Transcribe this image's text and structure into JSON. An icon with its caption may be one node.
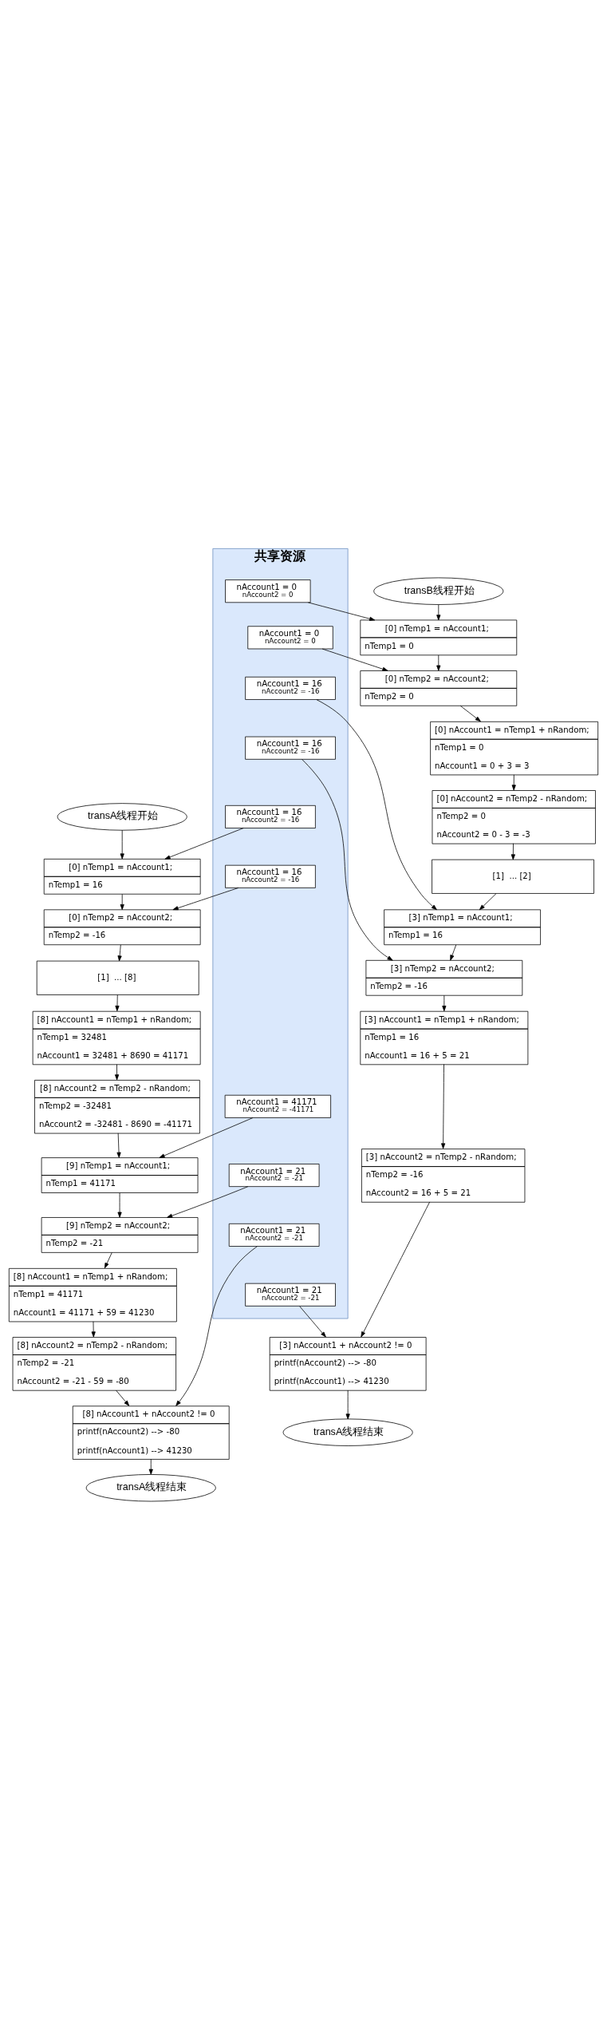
{
  "diagram": {
    "nodes": [
      {
        "text": [
          "共享资源"
        ]
      },
      {
        "text": [
          "nAccount1 = 0",
          "nAccount2 = 0"
        ],
        "in": 0
      },
      {
        "text": [
          "nAccount1 = 0",
          "nAccount2 = 0"
        ],
        "in": 0
      },
      {
        "text": [
          "nAccount1 = 16",
          "nAccount2 = -16"
        ],
        "in": 0
      },
      {
        "text": [
          "nAccount1 = 16",
          "nAccount2 = -16"
        ],
        "in": 0
      },
      {
        "text": [
          "nAccount1 = 16",
          "nAccount2 = -16"
        ],
        "in": 0
      },
      {
        "text": [
          "nAccount1 = 16",
          "nAccount2 = -16"
        ],
        "in": 0
      },
      {
        "text": [
          "nAccount1 = 41171",
          "nAccount2 = -41171"
        ],
        "in": 0
      },
      {
        "text": [
          "nAccount1 = 21",
          "nAccount2 = -21"
        ],
        "in": 0
      },
      {
        "text": [
          "nAccount1 = 21",
          "nAccount2 = -21"
        ],
        "in": 0
      },
      {
        "text": [
          "nAccount1 = 21",
          "nAccount2 = -21"
        ],
        "in": 0
      },
      {
        "text": [
          "transB线程开始"
        ]
      },
      {
        "text": [
          "[0] nTemp1 = nAccount1;",
          "nTemp1 = 0"
        ]
      },
      {
        "text": [
          "[0] nTemp2 = nAccount2;",
          "nTemp2 = 0"
        ]
      },
      {
        "text": [
          "[0] nAccount1 = nTemp1 + nRandom;",
          "nTemp1 = 0",
          "nAccount1 = 0 + 3 = 3"
        ]
      },
      {
        "text": [
          "[0] nAccount2 = nTemp2 - nRandom;",
          "nTemp2 = 0",
          "nAccount2 = 0 - 3 = -3"
        ]
      },
      {
        "text": [
          "[1]  ... [2]"
        ]
      },
      {
        "text": [
          "[3] nTemp1 = nAccount1;",
          "nTemp1 = 16"
        ]
      },
      {
        "text": [
          "[3] nTemp2 = nAccount2;",
          "nTemp2 = -16"
        ]
      },
      {
        "text": [
          "[3] nAccount1 = nTemp1 + nRandom;",
          "nTemp1 = 16",
          "nAccount1 = 16 + 5 = 21"
        ]
      },
      {
        "text": [
          "[3] nAccount2 = nTemp2 - nRandom;",
          "nTemp2 = -16",
          "nAccount2 = 16 + 5 = 21"
        ]
      },
      {
        "text": [
          "[3] nAccount1 + nAccount2 != 0",
          "printf(nAccount2) --> -80",
          "printf(nAccount1) --> 41230"
        ]
      },
      {
        "text": [
          "transA线程结束"
        ]
      },
      {
        "text": [
          "transA线程开始"
        ]
      },
      {
        "text": [
          "[0] nTemp1 = nAccount1;",
          "nTemp1 = 16"
        ]
      },
      {
        "text": [
          "[0] nTemp2 = nAccount2;",
          "nTemp2 = -16"
        ]
      },
      {
        "text": [
          "[1]  ... [8]"
        ]
      },
      {
        "text": [
          "[8] nAccount1 = nTemp1 + nRandom;",
          "nTemp1 = 32481",
          "nAccount1 = 32481 + 8690 = 41171"
        ]
      },
      {
        "text": [
          "[8] nAccount2 = nTemp2 - nRandom;",
          "nTemp2 = -32481",
          "nAccount2 = -32481 - 8690 = -41171"
        ]
      },
      {
        "text": [
          "[9] nTemp1 = nAccount1;",
          "nTemp1 = 41171"
        ]
      },
      {
        "text": [
          "[9] nTemp2 = nAccount2;",
          "nTemp2 = -21"
        ]
      },
      {
        "text": [
          "[8] nAccount1 = nTemp1 + nRandom;",
          "nTemp1 = 41171",
          "nAccount1 = 41171 + 59 = 41230"
        ]
      },
      {
        "text": [
          "[8] nAccount2 = nTemp2 - nRandom;",
          "nTemp2 = -21",
          "nAccount2 = -21 - 59 = -80"
        ]
      },
      {
        "text": [
          "[8] nAccount1 + nAccount2 != 0",
          "printf(nAccount2) --> -80",
          "printf(nAccount1) --> 41230"
        ]
      },
      {
        "text": [
          "transA线程结束"
        ]
      }
    ],
    "edges": [
      {
        "from": 11,
        "to": 12,
        "arrow": "to"
      },
      {
        "from": 12,
        "to": 13,
        "arrow": "to"
      },
      {
        "from": 13,
        "to": 14,
        "arrow": "to"
      },
      {
        "from": 14,
        "to": 15,
        "arrow": "to"
      },
      {
        "from": 15,
        "to": 16,
        "arrow": "to"
      },
      {
        "from": 16,
        "to": 17,
        "arrow": "to"
      },
      {
        "from": 17,
        "to": 18,
        "arrow": "to"
      },
      {
        "from": 18,
        "to": 19,
        "arrow": "to"
      },
      {
        "from": 19,
        "to": 20,
        "arrow": "to"
      },
      {
        "from": 20,
        "to": 21,
        "arrow": "to"
      },
      {
        "from": 21,
        "to": 22,
        "arrow": "to"
      },
      {
        "from": 23,
        "to": 24,
        "arrow": "to"
      },
      {
        "from": 24,
        "to": 25,
        "arrow": "to"
      },
      {
        "from": 25,
        "to": 26,
        "arrow": "to"
      },
      {
        "from": 26,
        "to": 27,
        "arrow": "to"
      },
      {
        "from": 27,
        "to": 28,
        "arrow": "to"
      },
      {
        "from": 28,
        "to": 29,
        "arrow": "to"
      },
      {
        "from": 29,
        "to": 30,
        "arrow": "to"
      },
      {
        "from": 30,
        "to": 31,
        "arrow": "to"
      },
      {
        "from": 31,
        "to": 32,
        "arrow": "to"
      },
      {
        "from": 32,
        "to": 33,
        "arrow": "to"
      },
      {
        "from": 33,
        "to": 34,
        "arrow": "to"
      },
      {
        "from": 1,
        "to": 12,
        "arrow": "to"
      },
      {
        "from": 2,
        "to": 13,
        "arrow": "to"
      },
      {
        "from": 3,
        "to": 17,
        "arrow": "to"
      },
      {
        "from": 4,
        "to": 18,
        "arrow": "to"
      },
      {
        "from": 5,
        "to": 24,
        "arrow": "to"
      },
      {
        "from": 6,
        "to": 25,
        "arrow": "to"
      },
      {
        "from": 7,
        "to": 29,
        "arrow": "to"
      },
      {
        "from": 8,
        "to": 30,
        "arrow": "to"
      },
      {
        "from": 9,
        "to": 33,
        "arrow": "to"
      },
      {
        "from": 10,
        "to": 21,
        "arrow": "to"
      }
    ]
  }
}
